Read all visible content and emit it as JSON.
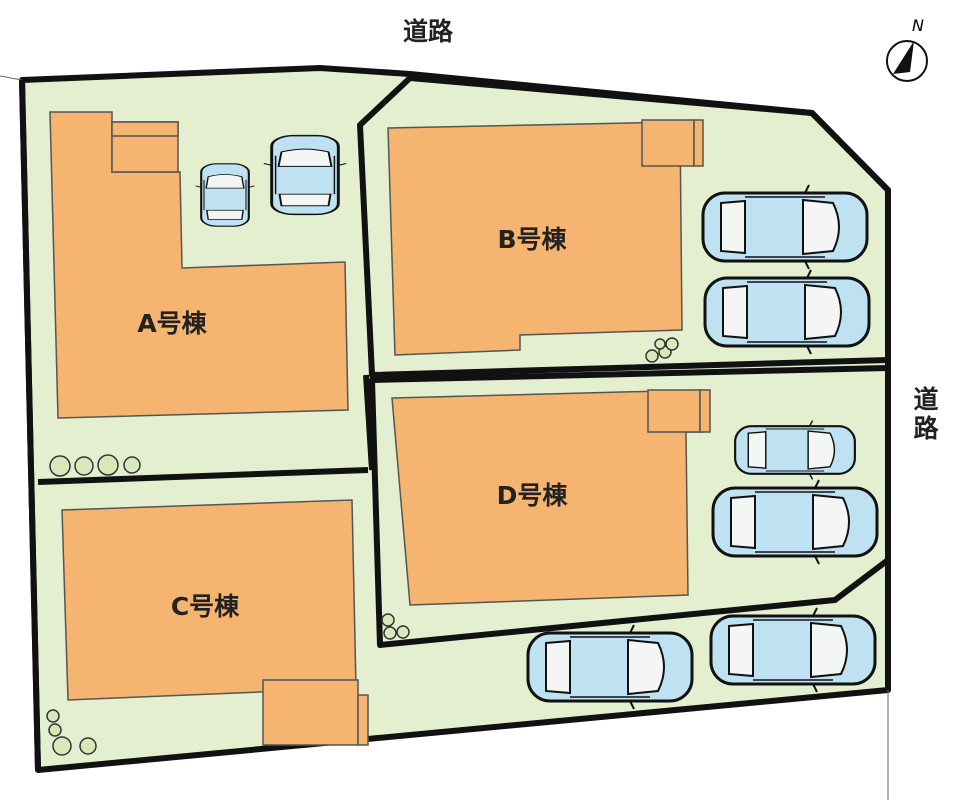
{
  "roads": {
    "top": "道路",
    "right": "道路"
  },
  "compass": {
    "label": "N"
  },
  "buildings": [
    {
      "id": "A",
      "label": "A号棟"
    },
    {
      "id": "B",
      "label": "B号棟"
    },
    {
      "id": "C",
      "label": "C号棟"
    },
    {
      "id": "D",
      "label": "D号棟"
    }
  ],
  "colors": {
    "lot": "#e4efd0",
    "house": "#f5b46f",
    "car": "#bfe2f3",
    "line": "#111111"
  }
}
